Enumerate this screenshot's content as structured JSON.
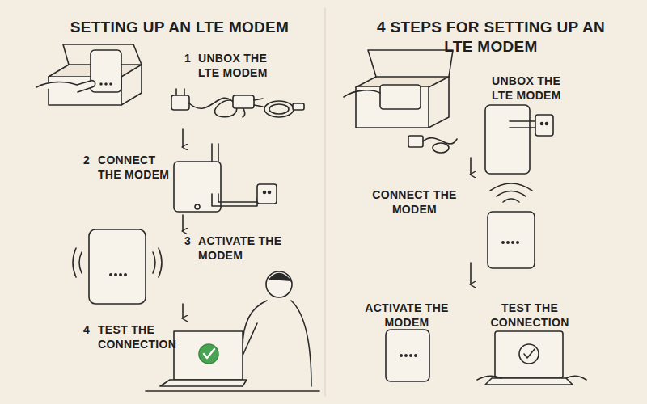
{
  "diagram": {
    "title": "SETTING UP AN LTE MODEM",
    "labels": [
      "1",
      "UNBOX THE LTE MODEM",
      "2",
      "CONNECT THE MODEM",
      "3",
      "ACTIVATE THE MODEM",
      "4",
      "TEST THE CONNECTION",
      "4 STEPS FOR SETTING UP AN LTE MODEM",
      "UNBOX THE LTE MODEM",
      "CONNECT THE MODEM",
      "ACTIVATE THE MODEM",
      "TEST THE CONNECTION"
    ]
  }
}
